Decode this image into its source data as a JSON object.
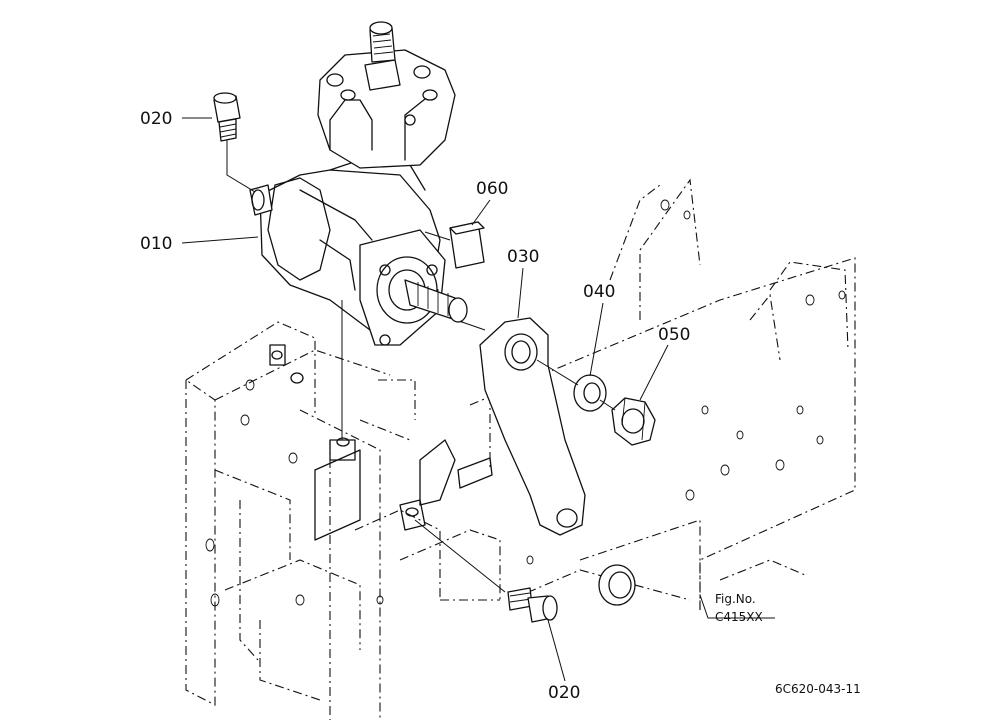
{
  "callouts": {
    "bolt_top": "020",
    "gearbox": "010",
    "plate": "060",
    "pitman_arm": "030",
    "washer": "040",
    "nut": "050",
    "bolt_bottom": "020"
  },
  "figure": {
    "fig_label": "Fig.No.",
    "fig_code": "C415XX",
    "drawing_code": "6C620-043-11"
  }
}
